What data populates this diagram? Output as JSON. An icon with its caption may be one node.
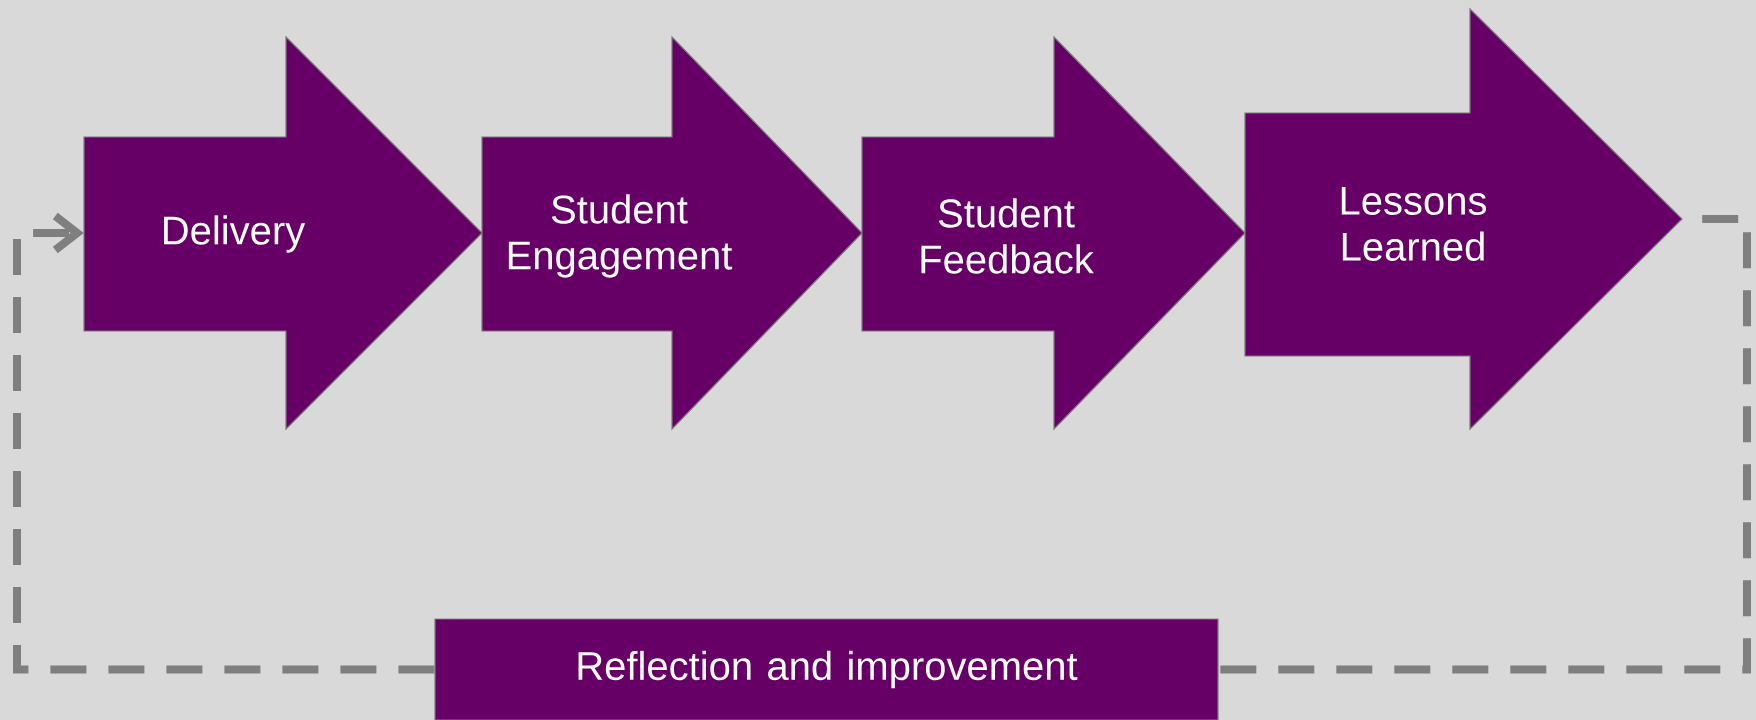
{
  "diagram": {
    "nodes": [
      {
        "text": [
          "Delivery"
        ]
      },
      {
        "text": [
          "Student Engagement"
        ]
      },
      {
        "text": [
          "Student Feedback"
        ]
      },
      {
        "text": [
          "Lessons Learned"
        ]
      },
      {
        "text": [
          "Reflection and improvement"
        ]
      }
    ],
    "edges": [
      {
        "from": 3,
        "to": 4,
        "arrow": "none",
        "style": "dashed",
        "color": "#7f7f7f"
      },
      {
        "from": 4,
        "to": 0,
        "arrow": "to",
        "style": "dashed",
        "color": "#7f7f7f"
      }
    ]
  }
}
